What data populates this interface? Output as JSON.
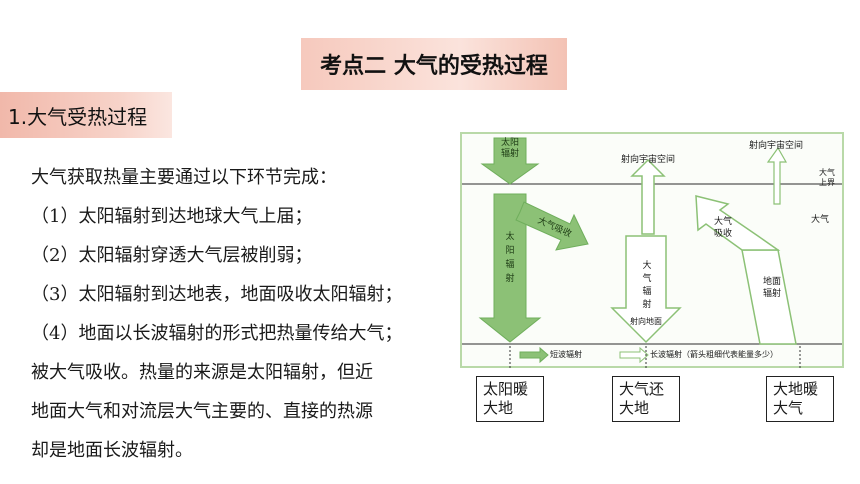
{
  "title": "考点二 大气的受热过程",
  "section": "1.大气受热过程",
  "body_lines": [
    "大气获取热量主要通过以下环节完成：",
    "（1）太阳辐射到达地球大气上届；",
    "（2）太阳辐射穿透大气层被削弱；",
    "（3）太阳辐射到达地表，地面吸收太阳辐射；",
    "（4）地面以长波辐射的形式把热量传给大气；",
    "被大气吸收。热量的来源是太阳辐射，但近",
    "地面大气和对流层大气主要的、直接的热源",
    "却是地面长波辐射。"
  ],
  "diagram": {
    "solar_top": "太阳辐射",
    "solar_down": "太阳辐射",
    "atm_absorb": "大气吸收",
    "to_space_1": "射向宇宙空间",
    "to_space_2": "射向宇宙空间",
    "atm_upper": "大气上界",
    "atm": "大气",
    "atm_absorb_2": "大气吸收",
    "atm_radiation": "大气辐射",
    "to_ground": "射向地面",
    "ground_radiation": "地面辐射",
    "legend_short": "短波辐射",
    "legend_long": "长波辐射（箭头粗细代表能量多少）"
  },
  "results": [
    "太阳暖大地",
    "大气还大地",
    "大地暖大气"
  ],
  "colors": {
    "green": "#8cc176",
    "green_dark": "#6fae5c",
    "frame": "#b9d9a8"
  }
}
